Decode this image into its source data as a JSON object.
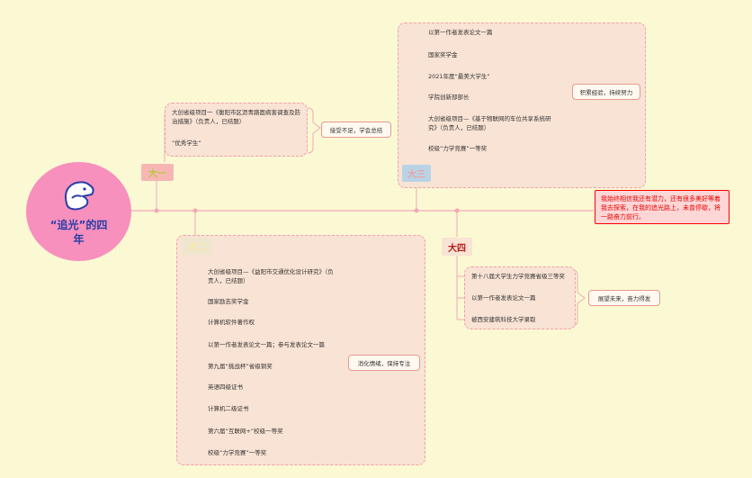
{
  "center": {
    "title": "“追光”的四年"
  },
  "year1": {
    "tag": "大一",
    "items": [
      "大创省级项目一《衡阳市区沥青路面病害调查及防治措施》（负责人，已结题）",
      "“优秀学生”"
    ],
    "summary": "接受不足，学会总结"
  },
  "year2": {
    "tag": "大二",
    "items": [
      "大创省级项目—《益阳市交通优化设计研究》（负责人，已结题）",
      "国家励志奖学金",
      "计算机软件著作权",
      "以第一作者发表论文一篇；参与发表论文一篇",
      "第九届“挑战杯”省级铜奖",
      "英语四级证书",
      "计算机二级证书",
      "第六届“互联网+”校级一等奖",
      "校级“力学竞赛”一等奖"
    ],
    "summary": "消化情绪，保持专注"
  },
  "year3": {
    "tag": "大三",
    "items": [
      "以第一作者发表论文一篇",
      "国家奖学金",
      "2021年度“最美大学生”",
      "学院创新部部长",
      "大创省级项目—《基于物联网的车位共享系统研究》（负责人，已结题）",
      "校级“力学竞赛”一等奖"
    ],
    "summary": "积累经验，持续努力"
  },
  "year4": {
    "tag": "大四",
    "items": [
      "第十八届大学生力学竞赛省级三等奖",
      "以第一作者发表论文一篇",
      "被西安建筑科技大学录取"
    ],
    "summary": "展望未来，奋力得发"
  },
  "note": "我始终相信我还有潜力，还有很多美好等着我去探索，在我的追光路上，未曾停歇，将一路奋力前行。",
  "colors": {
    "background": "#fbf9d3",
    "center": "#f790bd",
    "group": "#f9e3d4",
    "line": "#f3a7b6",
    "note_text": "#e60000"
  }
}
